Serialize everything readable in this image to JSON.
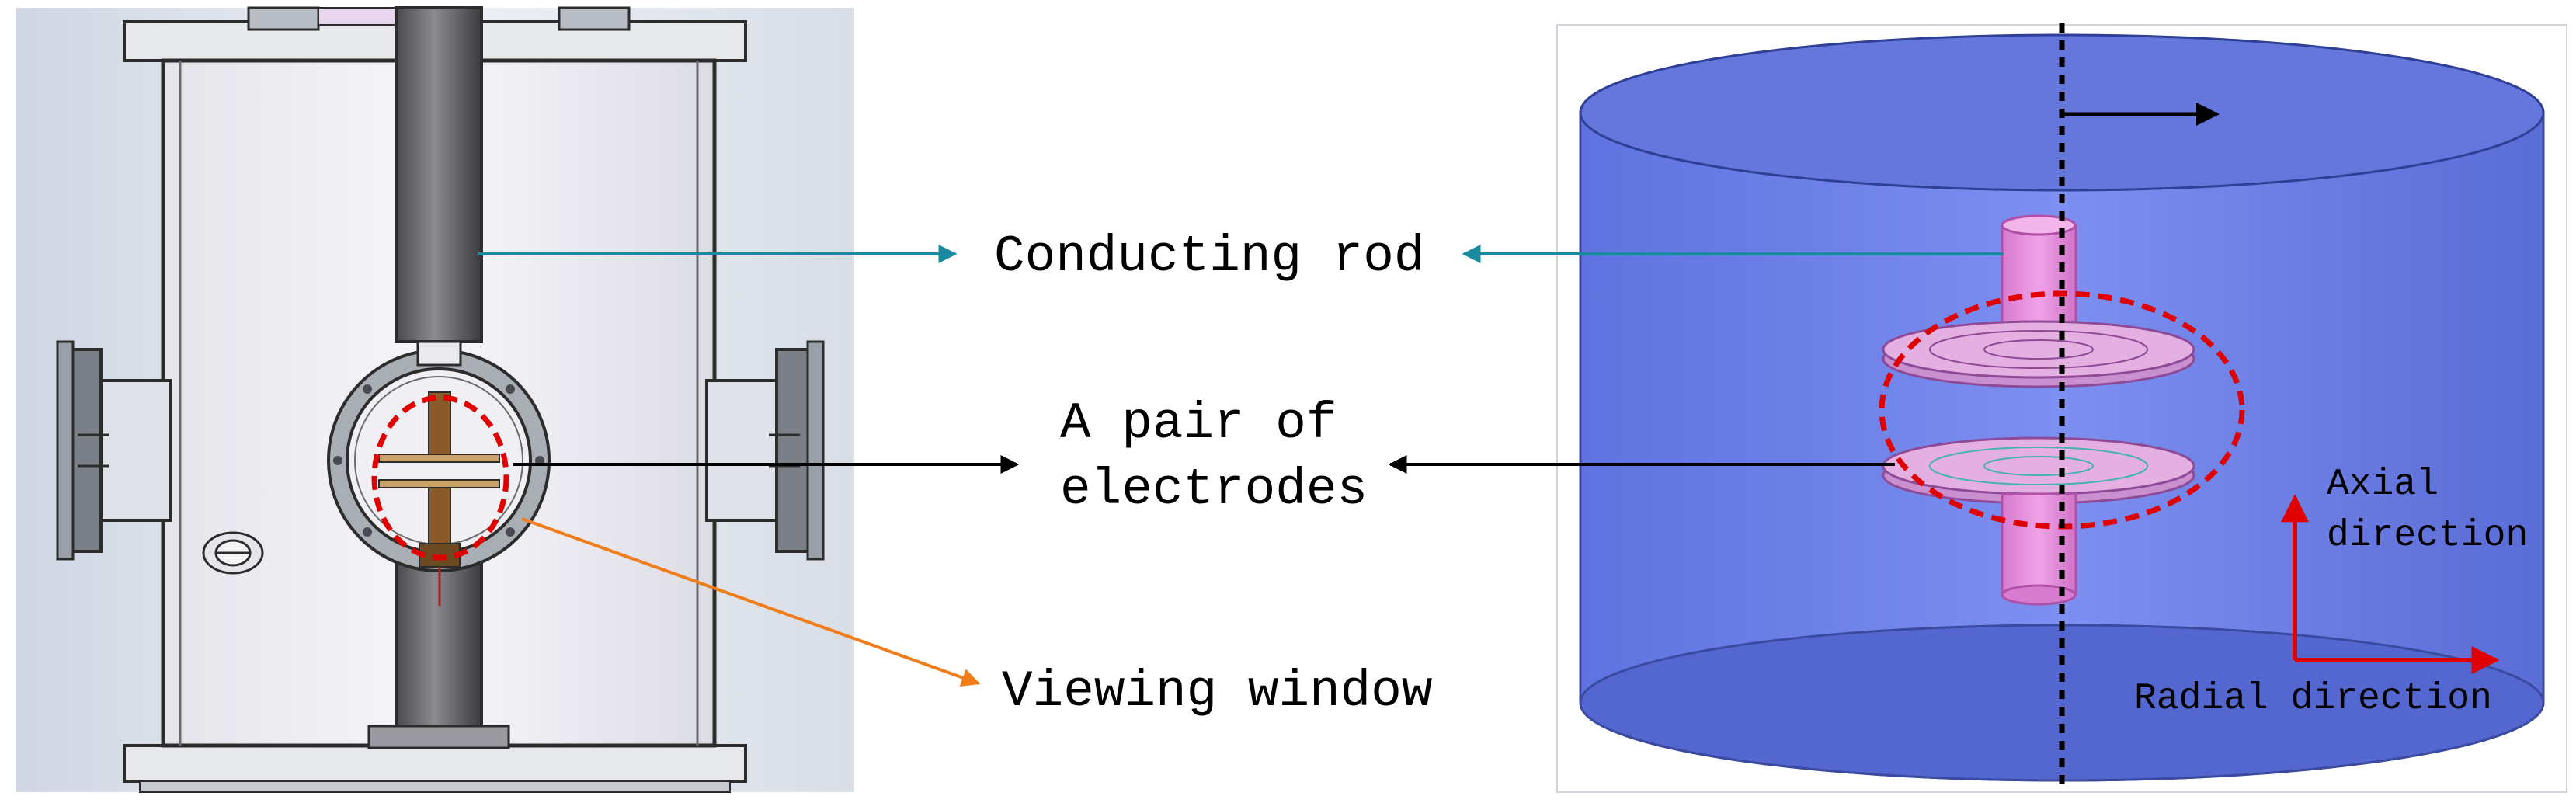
{
  "labels": {
    "conducting_rod": "Conducting rod",
    "electrodes_line1": "A pair of",
    "electrodes_line2": "electrodes",
    "viewing_window": "Viewing window",
    "axial_line1": "Axial",
    "axial_line2": "direction",
    "radial": "Radial direction"
  },
  "colors": {
    "teal_arrow": "#1a8aa0",
    "orange_arrow": "#f07d1a",
    "black_arrow": "#000000",
    "red_direction_arrow": "#e00000",
    "red_dashed_ellipse": "#e00000",
    "cylinder_fill": "#6b7fe6",
    "electrode_fill": "#e58cd6",
    "chamber_metal": "#c9ced6"
  }
}
